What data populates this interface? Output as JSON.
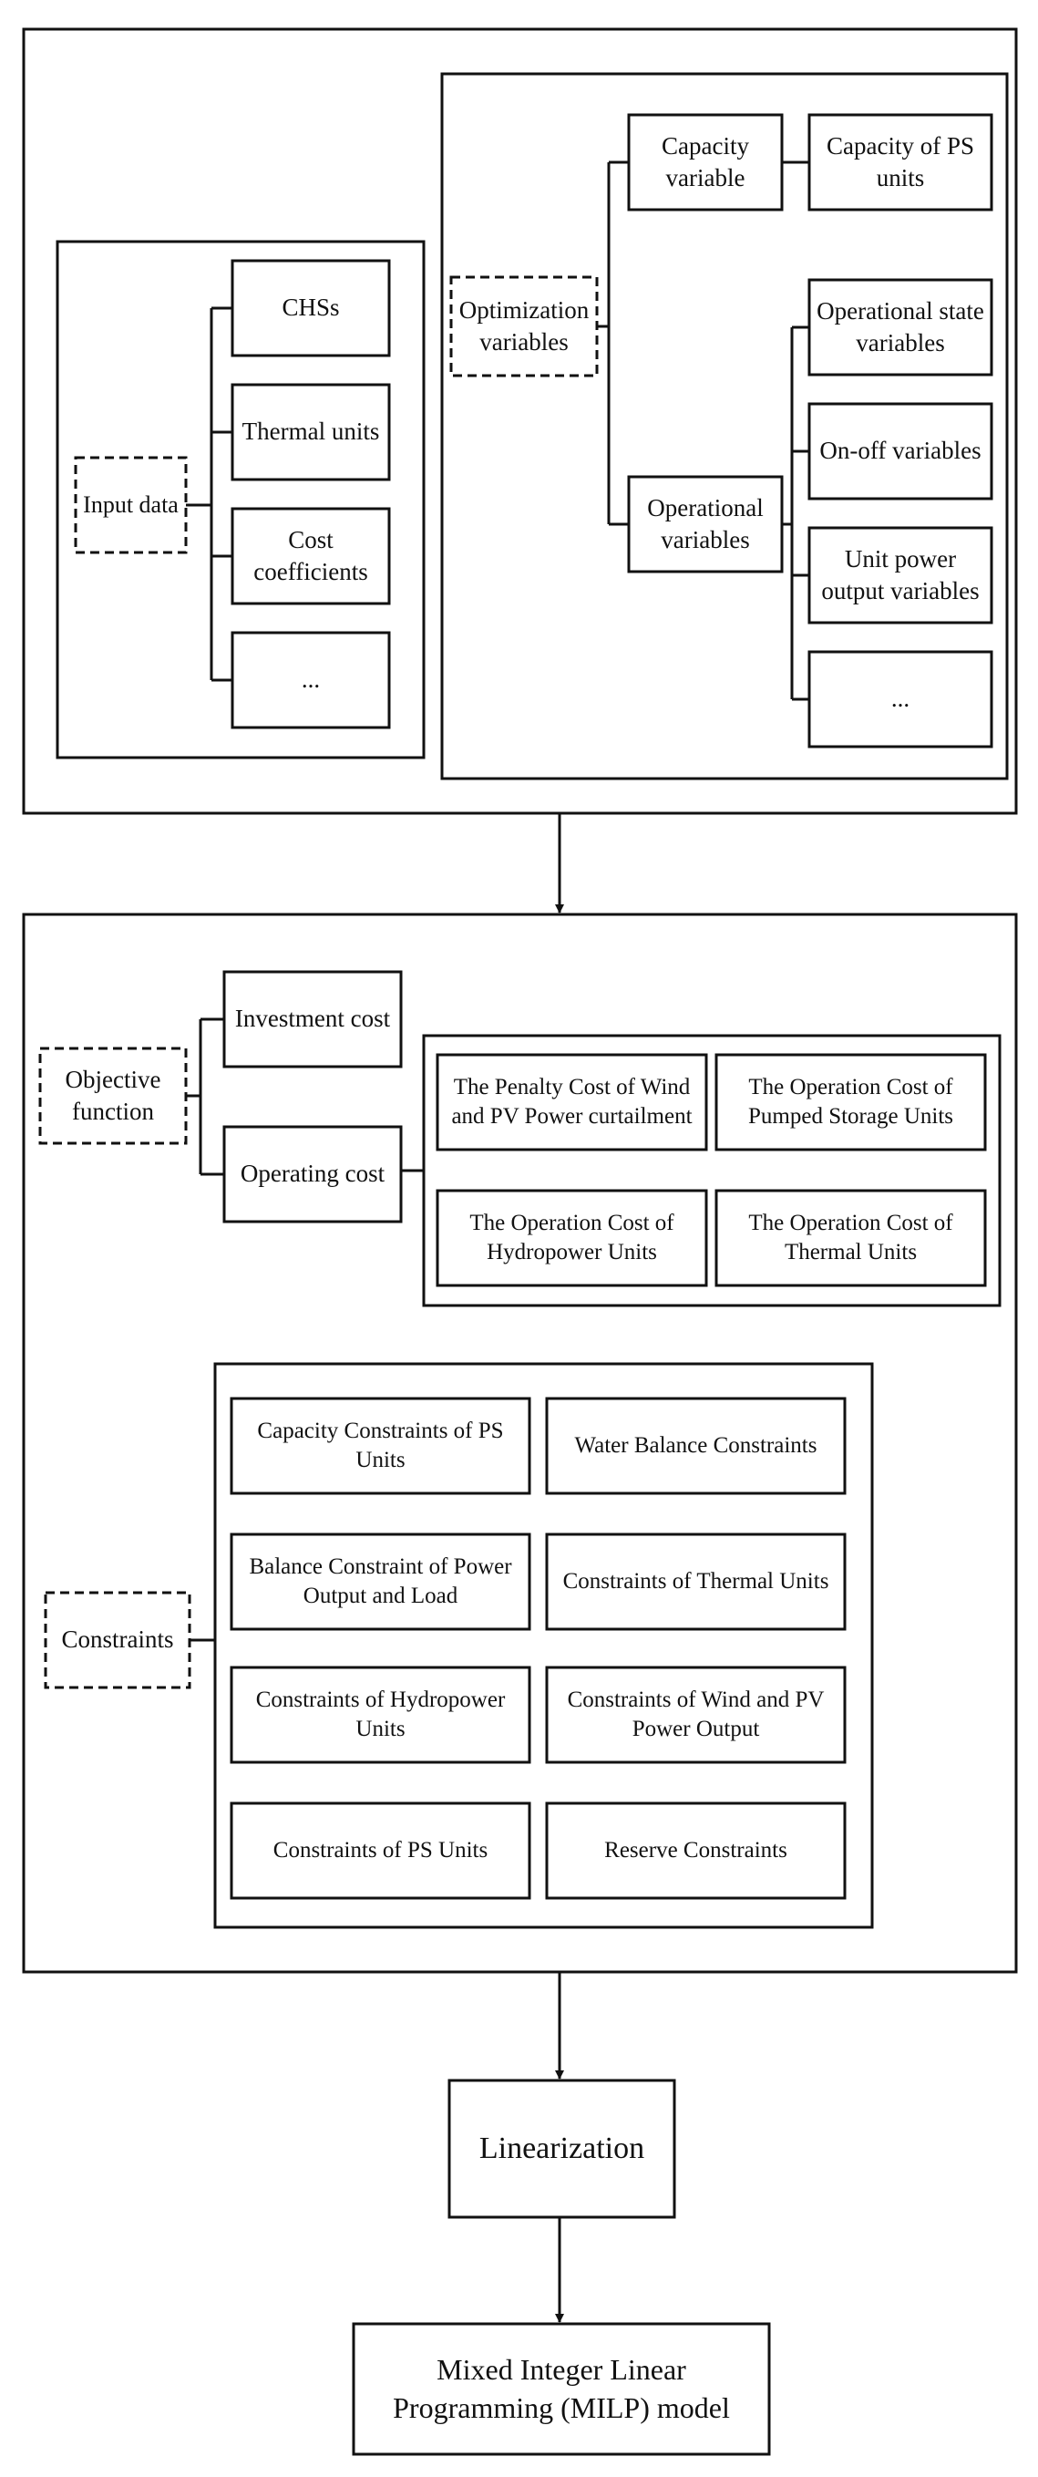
{
  "input": {
    "title": "Input data",
    "items": [
      "CHSs",
      "Thermal units",
      "Cost coefficients",
      "..."
    ]
  },
  "optimization": {
    "title": "Optimization variables",
    "capacity": {
      "title": "Capacity variable",
      "items": [
        "Capacity of PS units"
      ]
    },
    "operational": {
      "title": "Operational variables",
      "items": [
        "Operational state variables",
        "On-off variables",
        "Unit power output variables",
        "..."
      ]
    }
  },
  "objective": {
    "title": "Objective function",
    "investment": "Investment cost",
    "operating": "Operating cost",
    "costs": [
      "The Penalty Cost of Wind and PV Power curtailment",
      "The Operation Cost of Pumped Storage Units",
      "The Operation Cost of Hydropower Units",
      "The Operation Cost of Thermal Units"
    ]
  },
  "constraints": {
    "title": "Constraints",
    "items": [
      "Capacity Constraints of PS Units",
      "Water Balance Constraints",
      "Balance Constraint of Power Output and Load",
      "Constraints of Thermal Units",
      "Constraints of Hydropower Units",
      "Constraints of Wind and PV Power Output",
      "Constraints of PS Units",
      "Reserve Constraints"
    ]
  },
  "linearization": "Linearization",
  "milp": "Mixed Integer Linear Programming (MILP) model"
}
